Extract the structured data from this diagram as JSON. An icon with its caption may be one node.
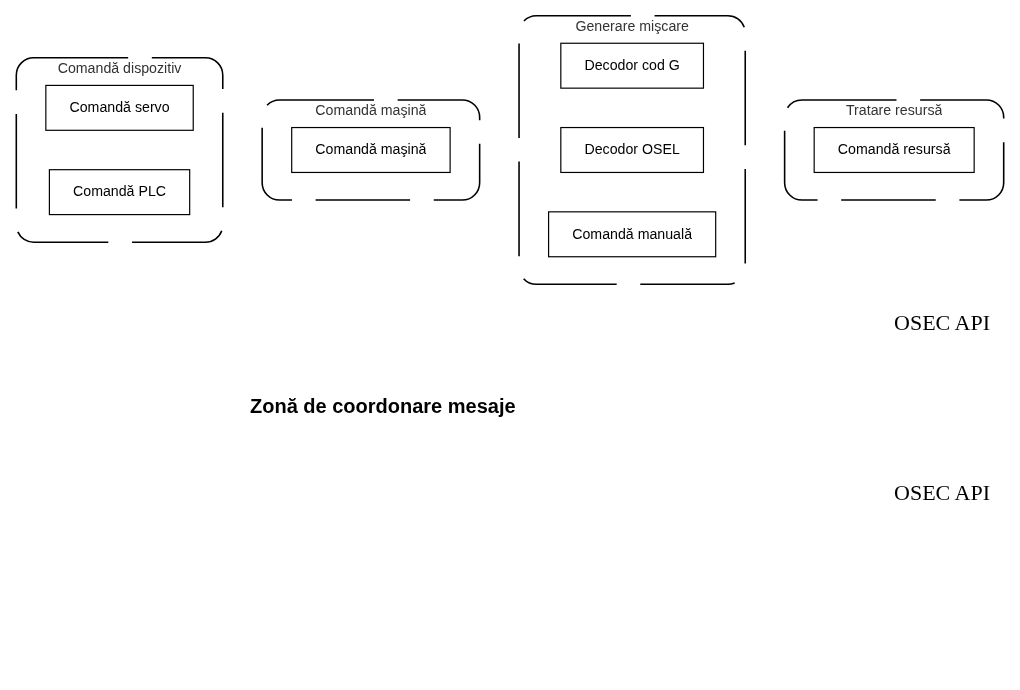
{
  "diagram": {
    "nodes": [
      {
        "text": [
          "Tratare resursă"
        ]
      },
      {
        "text": [
          "Comandă resursă"
        ],
        "in": 0
      },
      {
        "text": [
          "Generare mişcare"
        ]
      },
      {
        "text": [
          "Decodor cod G"
        ],
        "in": 2
      },
      {
        "text": [
          "Decodor OSEL"
        ],
        "in": 2
      },
      {
        "text": [
          "Comandă manuală"
        ],
        "in": 2
      },
      {
        "text": [
          "Comandă maşină"
        ]
      },
      {
        "text": [
          "Comandă maşină"
        ],
        "in": 6
      },
      {
        "text": [
          "Comandă dispozitiv"
        ]
      },
      {
        "text": [
          "Comandă servo"
        ],
        "in": 8
      },
      {
        "text": [
          "Comandă PLC"
        ],
        "in": 8
      }
    ],
    "edges": [],
    "labels": [
      "OSEC API",
      "Zonă de coordonare mesaje",
      "OSEC API"
    ]
  }
}
